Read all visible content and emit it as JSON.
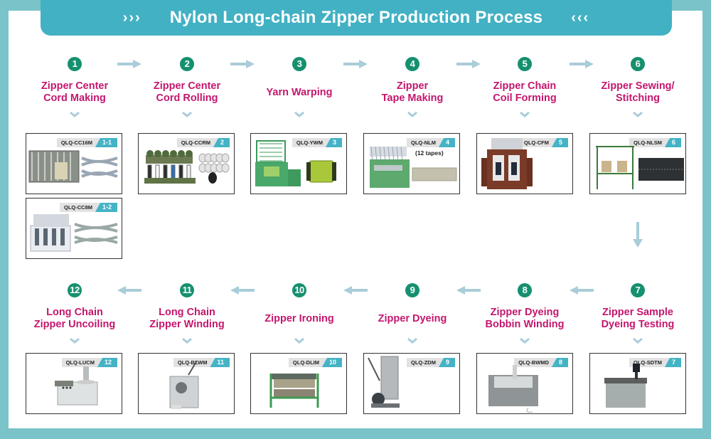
{
  "header": {
    "title": "Nylon Long-chain Zipper Production Process",
    "left_deco": "›››",
    "right_deco": "‹‹‹"
  },
  "colors": {
    "frame": "#7ac3c9",
    "banner": "#42b1c4",
    "badge": "#16906f",
    "label": "#c4166e",
    "arrow": "#a9cdd9",
    "tag_num_bg": "#45b3c6"
  },
  "steps": [
    {
      "num": "1",
      "label_l1": "Zipper Center",
      "label_l2": "Cord Making"
    },
    {
      "num": "2",
      "label_l1": "Zipper Center",
      "label_l2": "Cord Rolling"
    },
    {
      "num": "3",
      "label_l1": "Yarn Warping",
      "label_l2": ""
    },
    {
      "num": "4",
      "label_l1": "Zipper",
      "label_l2": "Tape Making"
    },
    {
      "num": "5",
      "label_l1": "Zipper Chain",
      "label_l2": "Coil Forming"
    },
    {
      "num": "6",
      "label_l1": "Zipper Sewing/",
      "label_l2": "Stitching"
    },
    {
      "num": "7",
      "label_l1": "Zipper Sample",
      "label_l2": "Dyeing Testing"
    },
    {
      "num": "8",
      "label_l1": "Zipper Dyeing",
      "label_l2": "Bobbin Winding"
    },
    {
      "num": "9",
      "label_l1": "Zipper Dyeing",
      "label_l2": ""
    },
    {
      "num": "10",
      "label_l1": "Zipper Ironing",
      "label_l2": ""
    },
    {
      "num": "11",
      "label_l1": "Long Chain",
      "label_l2": "Zipper Winding"
    },
    {
      "num": "12",
      "label_l1": "Long Chain",
      "label_l2": "Zipper Uncoiling"
    }
  ],
  "machines": [
    {
      "code": "QLQ-CC16M",
      "num": "1-1",
      "icon": "cord-making-machine-icon"
    },
    {
      "code": "QLQ-CC8M",
      "num": "1-2",
      "icon": "cord-making-machine-icon"
    },
    {
      "code": "QLQ-CCRM",
      "num": "2",
      "icon": "cord-rolling-machine-icon"
    },
    {
      "code": "QLQ-YWM",
      "num": "3",
      "icon": "yarn-warping-machine-icon"
    },
    {
      "code": "QLQ-NLM",
      "num": "4",
      "icon": "tape-loom-machine-icon",
      "note": "(12 tapes)"
    },
    {
      "code": "QLQ-CFM",
      "num": "5",
      "icon": "coil-forming-machine-icon"
    },
    {
      "code": "QLQ-NLSM",
      "num": "6",
      "icon": "sewing-machine-icon"
    },
    {
      "code": "QLQ-SDTM",
      "num": "7",
      "icon": "dyeing-test-machine-icon"
    },
    {
      "code": "QLQ-BWMD",
      "num": "8",
      "icon": "bobbin-winding-machine-icon"
    },
    {
      "code": "QLQ-ZDM",
      "num": "9",
      "icon": "dyeing-vessel-icon"
    },
    {
      "code": "QLQ-DLIM",
      "num": "10",
      "icon": "ironing-machine-icon"
    },
    {
      "code": "QLQ-BLWM",
      "num": "11",
      "icon": "winding-machine-icon"
    },
    {
      "code": "QLQ-LUCM",
      "num": "12",
      "icon": "uncoiling-machine-icon"
    }
  ]
}
